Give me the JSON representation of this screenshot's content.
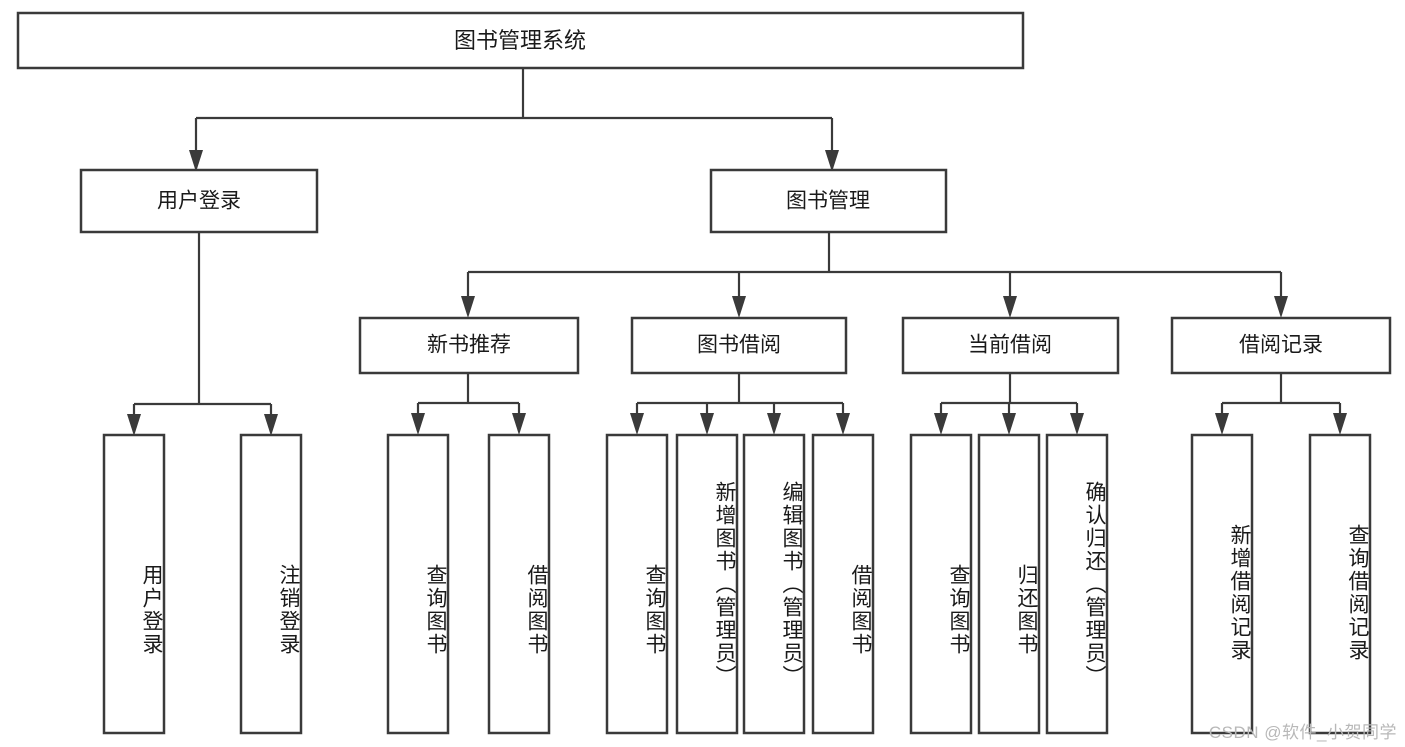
{
  "diagram": {
    "type": "tree-hierarchy-flowchart",
    "title": "图书管理系统",
    "orientation": "top-down",
    "box_fill": "#ffffff",
    "box_stroke": "#3a3a3a",
    "text_color": "#1a1a1a",
    "levels": 4
  },
  "root": {
    "label": "图书管理系统"
  },
  "level2": [
    {
      "label": "用户登录"
    },
    {
      "label": "图书管理"
    }
  ],
  "level3": [
    {
      "label": "新书推荐"
    },
    {
      "label": "图书借阅"
    },
    {
      "label": "当前借阅"
    },
    {
      "label": "借阅记录"
    }
  ],
  "leaves": {
    "user_login": [
      {
        "label": "用户登录"
      },
      {
        "label": "注销登录"
      }
    ],
    "new_book_recommend": [
      {
        "label": "查询图书"
      },
      {
        "label": "借阅图书"
      }
    ],
    "book_borrow": [
      {
        "label": "查询图书"
      },
      {
        "label": "新增图书（管理员）"
      },
      {
        "label": "编辑图书（管理员）"
      },
      {
        "label": "借阅图书"
      }
    ],
    "current_borrow": [
      {
        "label": "查询图书"
      },
      {
        "label": "归还图书"
      },
      {
        "label": "确认归还（管理员）"
      }
    ],
    "borrow_record": [
      {
        "label": "新增借阅记录"
      },
      {
        "label": "查询借阅记录"
      }
    ]
  },
  "watermark": {
    "text": "CSDN @软件_小贺同学"
  }
}
